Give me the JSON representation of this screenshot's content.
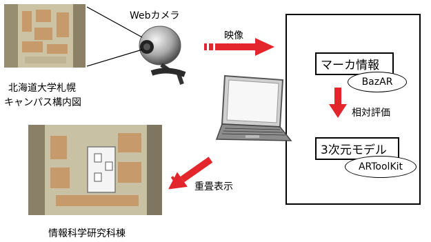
{
  "camera_label": "Webカメラ",
  "map_caption_line1": "北海道大学札幌",
  "map_caption_line2": "キャンパス構内図",
  "video_label": "映像",
  "marker_info_label": "マーカ情報",
  "bazar_label": "BazAR",
  "relative_eval_label": "相対評価",
  "model_label": "3次元モデル",
  "artoolkit_label": "ARToolKit",
  "overlay_label": "重畳表示",
  "result_caption": "情報科学研究科棟",
  "colors": {
    "arrow": "#e3262b",
    "photo_bg": "#c8bfa0"
  }
}
